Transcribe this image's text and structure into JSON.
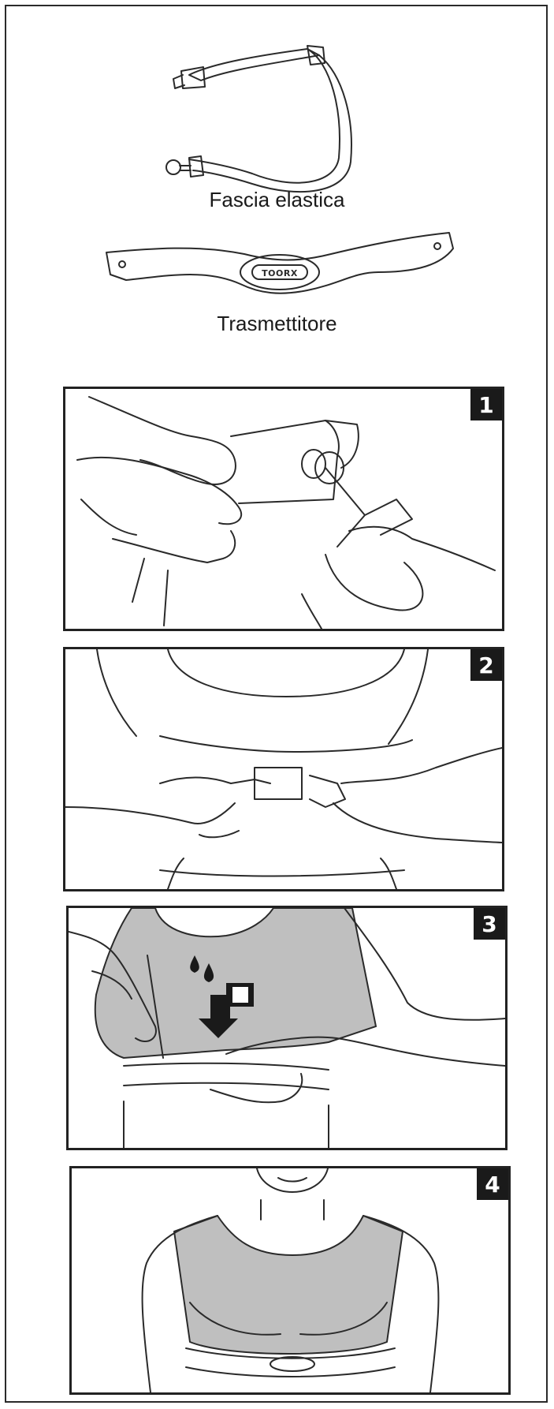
{
  "items": {
    "strap_label": "Fascia elastica",
    "transmitter_label": "Trasmettitore",
    "brand_logo": "TOORX"
  },
  "steps": [
    {
      "number": "1"
    },
    {
      "number": "2"
    },
    {
      "number": "3"
    },
    {
      "number": "4"
    }
  ],
  "colors": {
    "line": "#2a2a2a",
    "shirt_fill": "#bfbfbf",
    "badge": "#1a1a1a"
  },
  "icons": [
    "water-drops-icon",
    "down-arrow-icon"
  ]
}
